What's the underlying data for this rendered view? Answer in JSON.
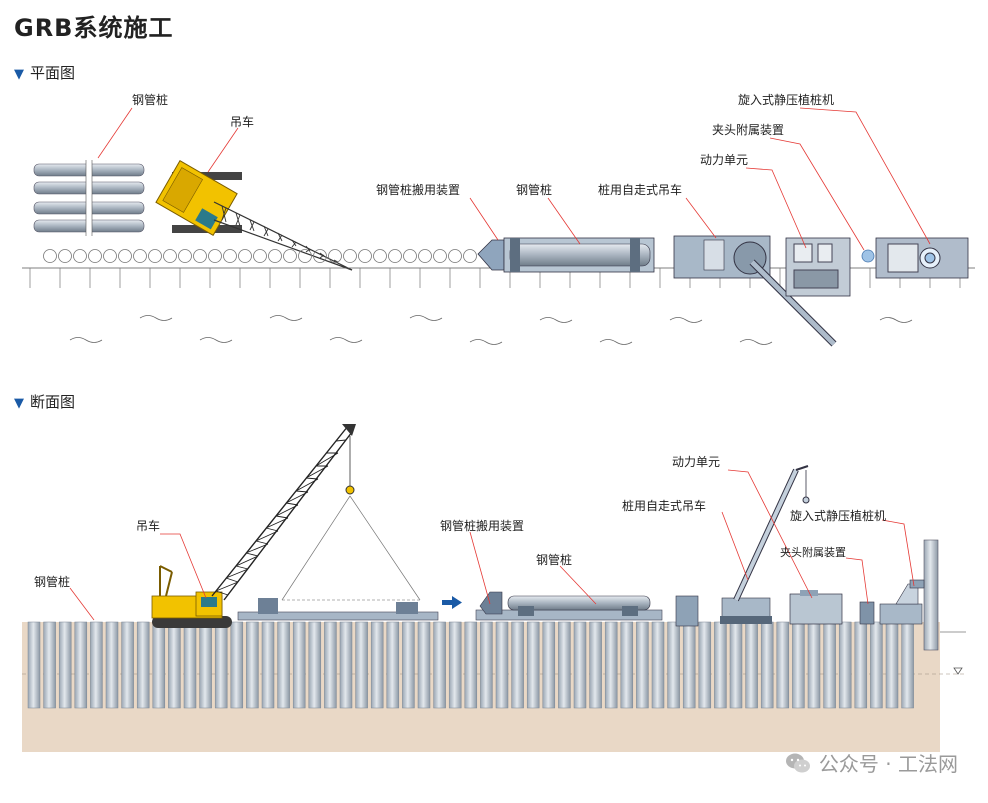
{
  "title": "GRB系统施工",
  "plan": {
    "heading": "平面图",
    "labels": {
      "steel_pile_stack": "钢管桩",
      "crane": "吊车",
      "handling_device": "钢管桩搬用装置",
      "steel_pile": "钢管桩",
      "self_crane": "桩用自走式吊车",
      "power_unit": "动力单元",
      "clamp": "夹头附属装置",
      "press_machine": "旋入式静压植桩机"
    }
  },
  "section": {
    "heading": "断面图",
    "labels": {
      "steel_pile_row": "钢管桩",
      "crane": "吊车",
      "handling_device": "钢管桩搬用装置",
      "steel_pile": "钢管桩",
      "self_crane": "桩用自走式吊车",
      "power_unit": "动力单元",
      "press_machine": "旋入式静压植桩机",
      "clamp": "夹头附属装置"
    }
  },
  "watermark": "公众号 · 工法网",
  "colors": {
    "accent": "#1a5aa6",
    "crane_yellow": "#f2c200",
    "pile_grey": "#b9c2cc",
    "ground": "#e9d8c6",
    "leader": "#e53935"
  },
  "icons": {
    "section_marker": "triangle-down-icon",
    "watermark_logo": "wechat-icon"
  }
}
